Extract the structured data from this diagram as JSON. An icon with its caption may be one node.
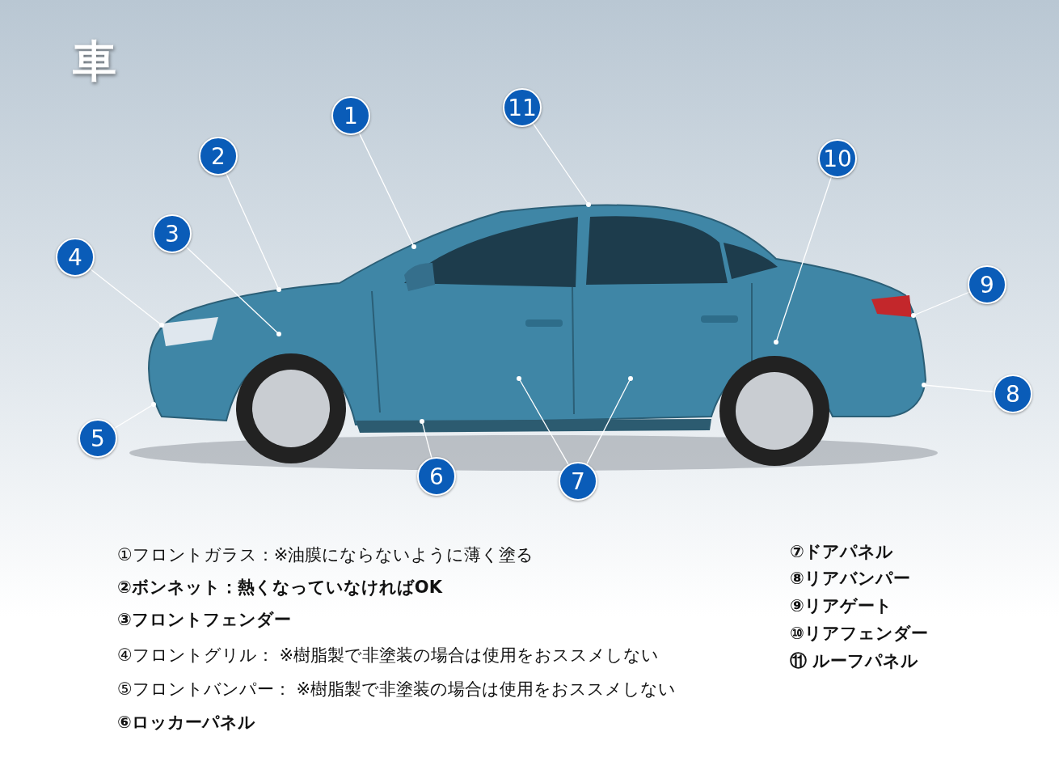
{
  "diagram": {
    "title": "車",
    "nodes": [
      {
        "text": [
          "1"
        ]
      },
      {
        "text": [
          "2"
        ]
      },
      {
        "text": [
          "3"
        ]
      },
      {
        "text": [
          "4"
        ]
      },
      {
        "text": [
          "5"
        ]
      },
      {
        "text": [
          "6"
        ]
      },
      {
        "text": [
          "7"
        ]
      },
      {
        "text": [
          "8"
        ]
      },
      {
        "text": [
          "9"
        ]
      },
      {
        "text": [
          "10"
        ]
      },
      {
        "text": [
          "11"
        ]
      }
    ],
    "edges": [
      {
        "from": 0,
        "to": null,
        "arrow": "other"
      },
      {
        "from": 1,
        "to": null,
        "arrow": "other"
      },
      {
        "from": 2,
        "to": null,
        "arrow": "other"
      },
      {
        "from": 3,
        "to": null,
        "arrow": "other"
      },
      {
        "from": 4,
        "to": null,
        "arrow": "other"
      },
      {
        "from": 5,
        "to": null,
        "arrow": "other"
      },
      {
        "from": 6,
        "to": null,
        "arrow": "other"
      },
      {
        "from": 6,
        "to": null,
        "arrow": "other"
      },
      {
        "from": 7,
        "to": null,
        "arrow": "other"
      },
      {
        "from": 8,
        "to": null,
        "arrow": "other"
      },
      {
        "from": 9,
        "to": null,
        "arrow": "other"
      },
      {
        "from": 10,
        "to": null,
        "arrow": "other"
      }
    ],
    "labels": [
      "①フロントガラス：※油膜にならないように薄く塗る",
      "⑦ドアパネル",
      "②ボンネット：熱くなっていなければOK",
      "⑧リアバンパー",
      "⑨リアゲート",
      "③フロントフェンダー",
      "⑩リアフェンダー",
      "④フロントグリル： ※樹脂製で非塗装の場合は使用をおススメしない",
      "⑪ ルーフパネル",
      "⑤フロントバンパー： ※樹脂製で非塗装の場合は使用をおススメしない",
      "⑥ロッカーパネル"
    ]
  }
}
